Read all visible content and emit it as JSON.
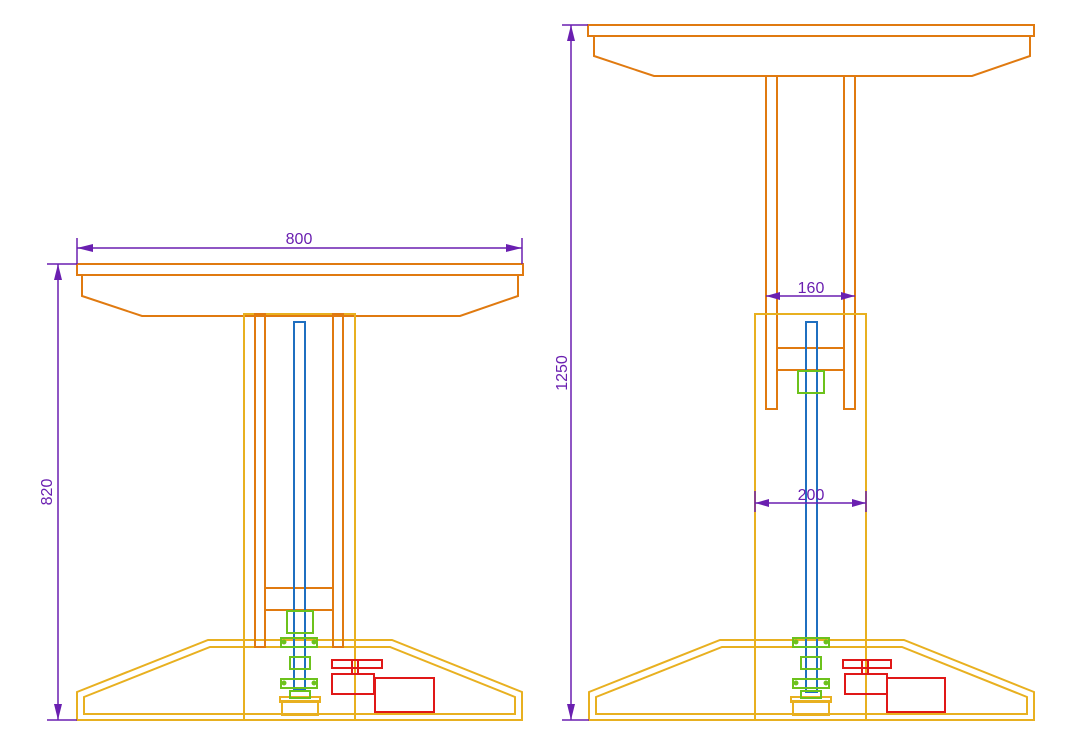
{
  "colors": {
    "top": "#E07A10",
    "housing": "#E8B020",
    "screw": "#1F6FC0",
    "nut": "#6CC21C",
    "motor": "#E01818",
    "dimension": "#6A1FB0"
  },
  "dimensions": {
    "left_width": "800",
    "left_height": "820",
    "right_height": "1250",
    "right_inner_column": "160",
    "right_outer_housing": "200"
  }
}
